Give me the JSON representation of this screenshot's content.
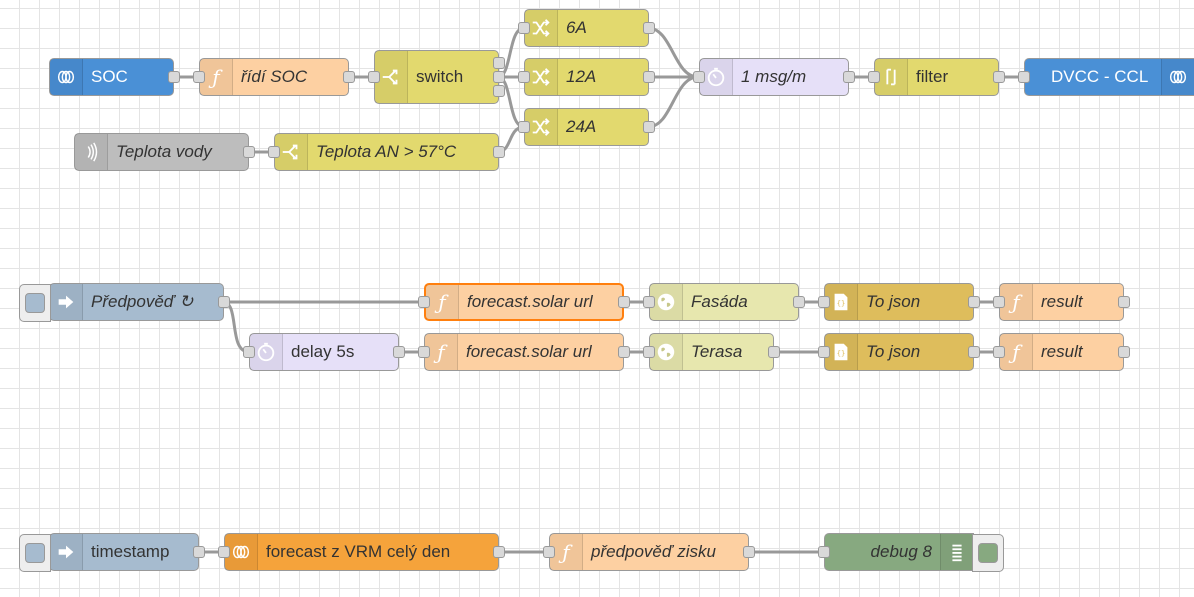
{
  "colors": {
    "victron": "#4a90d6",
    "function": "#fdd0a2",
    "switch": "#e2d96e",
    "change": "#e2d96e",
    "delay": "#e6e0f8",
    "filter": "#e2d96e",
    "http": "#e7e7ae",
    "json": "#debd5c",
    "inject": "#a6bbcf",
    "debug": "#87a980",
    "victron_orange": "#f5a33b",
    "wire": "#999999",
    "selected": "#ff7f0e"
  },
  "flow1": {
    "soc": {
      "label": "SOC",
      "icon": "victron-icon"
    },
    "ridi_soc": {
      "label": "řídí SOC",
      "icon": "function-icon"
    },
    "switch": {
      "label": "switch",
      "icon": "switch-icon"
    },
    "change_6a": {
      "label": "6A",
      "icon": "change-icon"
    },
    "change_12a": {
      "label": "12A",
      "icon": "change-icon"
    },
    "change_24a": {
      "label": "24A",
      "icon": "change-icon"
    },
    "delay": {
      "label": "1 msg/m",
      "icon": "timer-icon"
    },
    "filter": {
      "label": "filter",
      "icon": "filter-icon"
    },
    "dvcc": {
      "label": "DVCC - CCL",
      "icon": "victron-icon"
    },
    "teplota": {
      "label": "Teplota vody",
      "icon": "link-in-icon"
    },
    "teplota_switch": {
      "label": "Teplota AN > 57°C",
      "icon": "switch-icon"
    }
  },
  "flow2": {
    "inject": {
      "label": "Předpověď ↻",
      "icon": "arrow-icon"
    },
    "delay": {
      "label": "delay 5s",
      "icon": "timer-icon"
    },
    "url1": {
      "label": "forecast.solar url",
      "icon": "function-icon"
    },
    "url2": {
      "label": "forecast.solar url",
      "icon": "function-icon"
    },
    "http1": {
      "label": "Fasáda",
      "icon": "globe-icon"
    },
    "http2": {
      "label": "Terasa",
      "icon": "globe-icon"
    },
    "json1": {
      "label": "To json",
      "icon": "json-icon"
    },
    "json2": {
      "label": "To json",
      "icon": "json-icon"
    },
    "result1": {
      "label": "result",
      "icon": "function-icon"
    },
    "result2": {
      "label": "result",
      "icon": "function-icon"
    }
  },
  "flow3": {
    "inject": {
      "label": "timestamp",
      "icon": "arrow-icon"
    },
    "vrm": {
      "label": "forecast z VRM celý den",
      "icon": "victron-icon"
    },
    "predpoved": {
      "label": "předpověď zisku",
      "icon": "function-icon"
    },
    "debug": {
      "label": "debug 8",
      "icon": "debug-list-icon"
    }
  }
}
